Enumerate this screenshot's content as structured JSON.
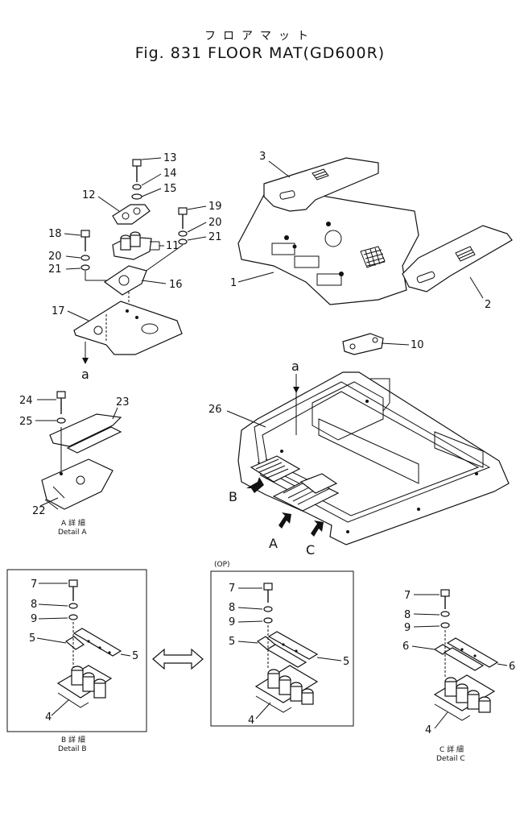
{
  "header": {
    "title_jp": "フロアマット",
    "title": "Fig. 831 FLOOR MAT(GD600R)"
  },
  "labels": {
    "p1": "1",
    "p2": "2",
    "p3": "3",
    "p10": "10",
    "p11": "11",
    "p12": "12",
    "p13": "13",
    "p14": "14",
    "p15": "15",
    "p16": "16",
    "p17": "17",
    "p18": "18",
    "p19": "19",
    "p20a": "20",
    "p20b": "20",
    "p21a": "21",
    "p21b": "21",
    "p22": "22",
    "p23": "23",
    "p24": "24",
    "p25": "25",
    "p26": "26",
    "a_top": "a",
    "a_frame": "a",
    "view_a": "A",
    "view_b": "B",
    "view_c": "C"
  },
  "detail_a": {
    "caption_jp": "A 詳 細",
    "caption": "Detail A"
  },
  "detail_b": {
    "caption_jp": "B 詳 細",
    "caption": "Detail B",
    "callouts": [
      "7",
      "8",
      "9",
      "5",
      "5",
      "4"
    ]
  },
  "detail_op": {
    "tag": "(OP)",
    "callouts": [
      "7",
      "8",
      "9",
      "5",
      "5",
      "4"
    ]
  },
  "detail_c": {
    "caption_jp": "C 詳 細",
    "caption": "Detail C",
    "callouts": [
      "7",
      "8",
      "9",
      "6",
      "6",
      "4"
    ]
  },
  "icons": {
    "swap": "double-headed-arrow-icon"
  }
}
